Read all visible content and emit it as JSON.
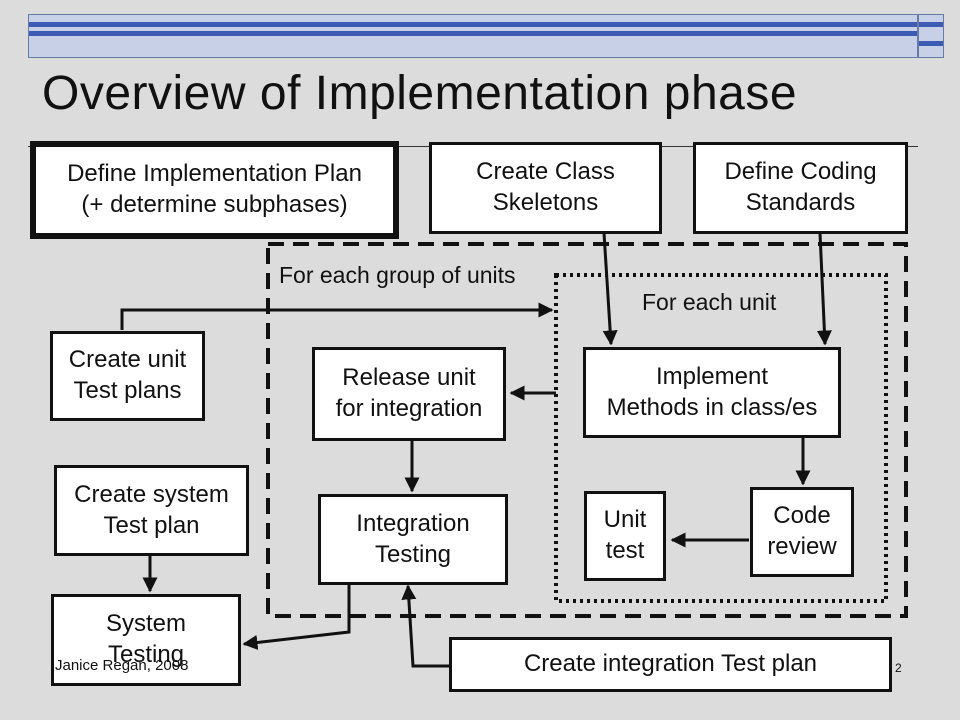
{
  "slide": {
    "title": "Overview of Implementation phase",
    "footer_author": "Janice Regan, 2008",
    "page_number": "2"
  },
  "diagram": {
    "groups": {
      "group_loop": "For each group of units",
      "unit_loop": "For each unit"
    },
    "boxes": {
      "impl_plan": "Define Implementation Plan\n(+ determine subphases)",
      "class_skeletons": "Create Class\nSkeletons",
      "coding_standards": "Define Coding\nStandards",
      "unit_test_plans": "Create unit\nTest plans",
      "release_unit": "Release unit\nfor integration",
      "implement_methods": "Implement\nMethods in class/es",
      "system_test_plan": "Create system\nTest plan",
      "integration_testing": "Integration\nTesting",
      "unit_test": "Unit\ntest",
      "code_review": "Code\nreview",
      "system_testing": "System\nTesting",
      "integration_test_plan": "Create integration Test plan"
    }
  }
}
